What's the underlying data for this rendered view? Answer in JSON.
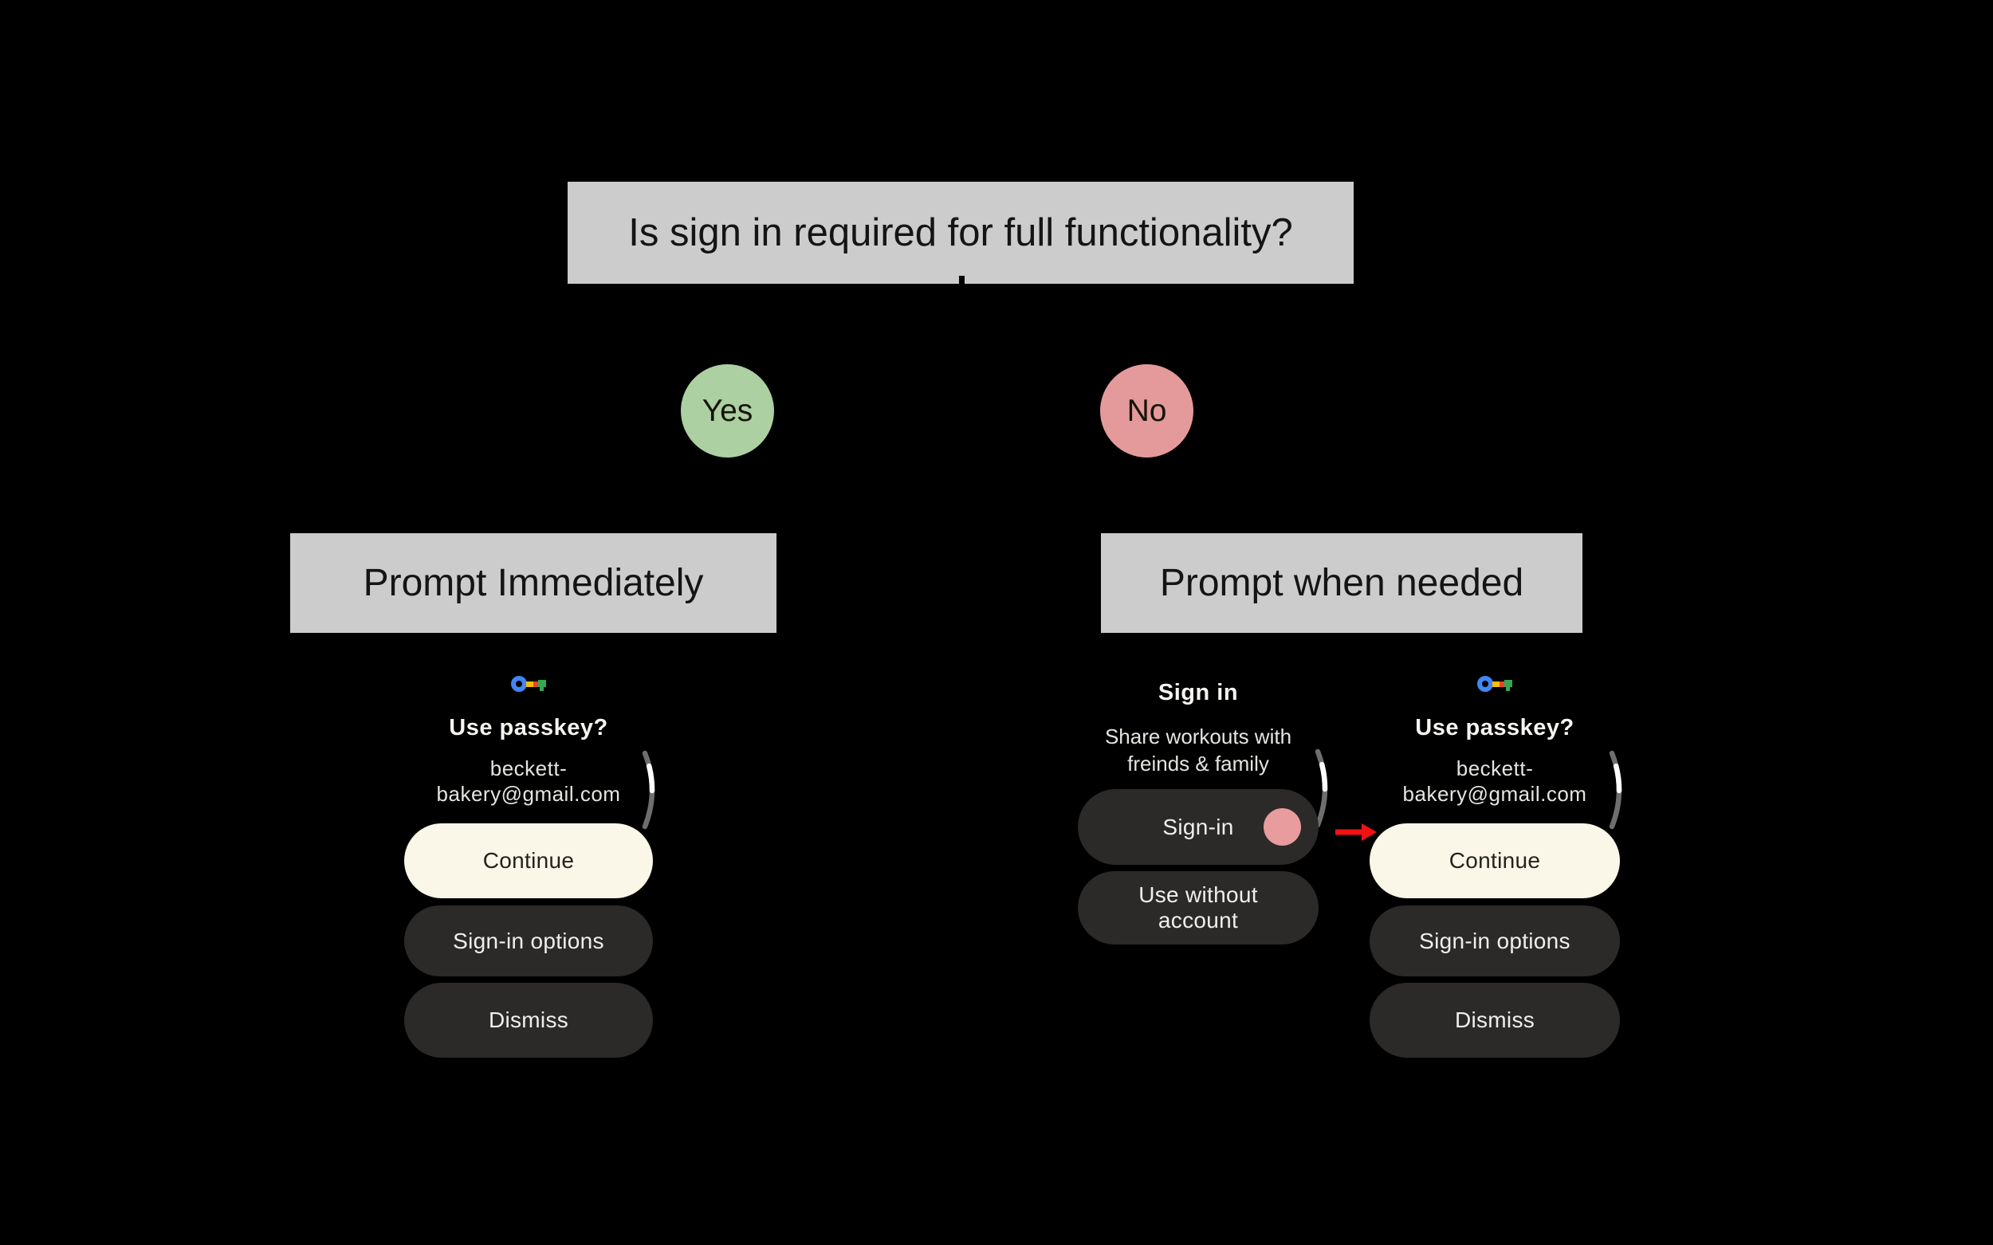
{
  "question": {
    "text": "Is sign in required for full functionality?"
  },
  "decision": {
    "yes": {
      "label": "Yes"
    },
    "no": {
      "label": "No"
    }
  },
  "branches": {
    "immediate": {
      "label": "Prompt Immediately"
    },
    "when_needed": {
      "label": "Prompt when needed"
    }
  },
  "passkey_prompt": {
    "icon": "google-passkey-key-icon",
    "title": "Use passkey?",
    "account": {
      "line1": "beckett-",
      "line2": "bakery@gmail.com"
    },
    "primary_button": "Continue",
    "secondary_button": "Sign-in options",
    "tertiary_button": "Dismiss"
  },
  "signin_prompt": {
    "title": "Sign in",
    "subtitle": {
      "line1": "Share workouts with",
      "line2": "freinds & family"
    },
    "signin_button": "Sign-in",
    "use_without_button": {
      "line1": "Use without",
      "line2": "account"
    }
  },
  "icons": {
    "passkey": "google-passkey-key-icon",
    "tap": "tap-indicator-circle",
    "scroll": "curved-scrollbar",
    "arrow": "red-flow-arrow"
  },
  "colors": {
    "background": "#000000",
    "label_bg": "#cccccc",
    "label_text": "#141414",
    "yes_green": "#add0a3",
    "no_pink": "#e49a9b",
    "cream": "#faf7e9",
    "cream_text": "#23221c",
    "dark_pill": "#2b2a28",
    "pill_text": "#f1efec",
    "title_text": "#f6f4f1",
    "muted_text": "#e6e4e0",
    "tap_pink": "#e89c9d",
    "arrow_red": "#f01212",
    "scroll_track": "#6e6e6e",
    "scroll_thumb": "#ffffff",
    "pk_blue": "#4285f4",
    "pk_yellow": "#fbbc04",
    "pk_red": "#ea4335",
    "pk_green": "#34a853"
  }
}
